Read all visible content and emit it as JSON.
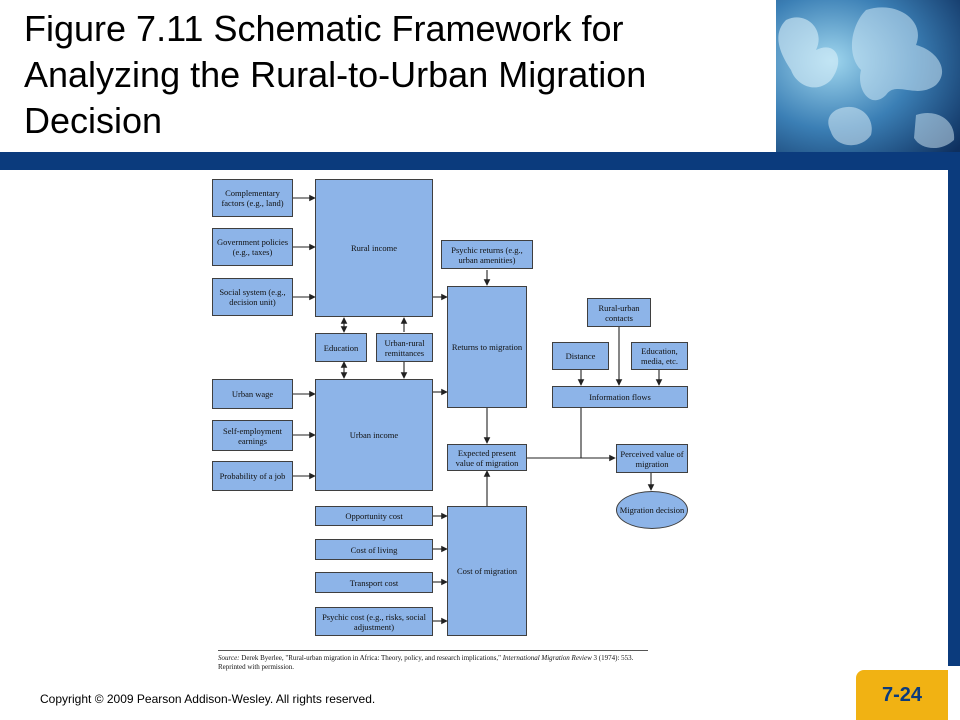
{
  "slide": {
    "title": "Figure 7.11 Schematic Framework for Analyzing the Rural-to-Urban Migration Decision",
    "copyright": "Copyright © 2009 Pearson Addison-Wesley. All rights reserved.",
    "page_number": "7-24",
    "colors": {
      "band": "#0b3b7d",
      "badge": "#f1b213",
      "box_fill": "#8db4e8"
    }
  },
  "diagram": {
    "complementary_factors": "Complementary factors (e.g., land)",
    "government_policies": "Government policies (e.g., taxes)",
    "social_system": "Social system (e.g., decision unit)",
    "rural_income": "Rural income",
    "education": "Education",
    "urban_rural_remittances": "Urban-rural remittances",
    "urban_wage": "Urban wage",
    "self_employment": "Self-employment earnings",
    "probability_job": "Probability of a job",
    "urban_income": "Urban income",
    "psychic_returns": "Psychic returns (e.g., urban amenities)",
    "returns_to_migration": "Returns to migration",
    "expected_present_value": "Expected present value of migration",
    "opportunity_cost": "Opportunity cost",
    "cost_of_living": "Cost of living",
    "transport_cost": "Transport cost",
    "psychic_cost": "Psychic cost (e.g., risks, social adjustment)",
    "cost_of_migration": "Cost of migration",
    "rural_urban_contacts": "Rural-urban contacts",
    "distance": "Distance",
    "education_media": "Education, media, etc.",
    "information_flows": "Information flows",
    "perceived_value": "Perceived value of migration",
    "migration_decision": "Migration decision"
  },
  "source": {
    "label": "Source:",
    "text": "Derek Byerlee, \"Rural-urban migration in Africa: Theory, policy, and research implications,\"",
    "journal": "International Migration Review",
    "rest": "3 (1974): 553. Reprinted with permission."
  }
}
